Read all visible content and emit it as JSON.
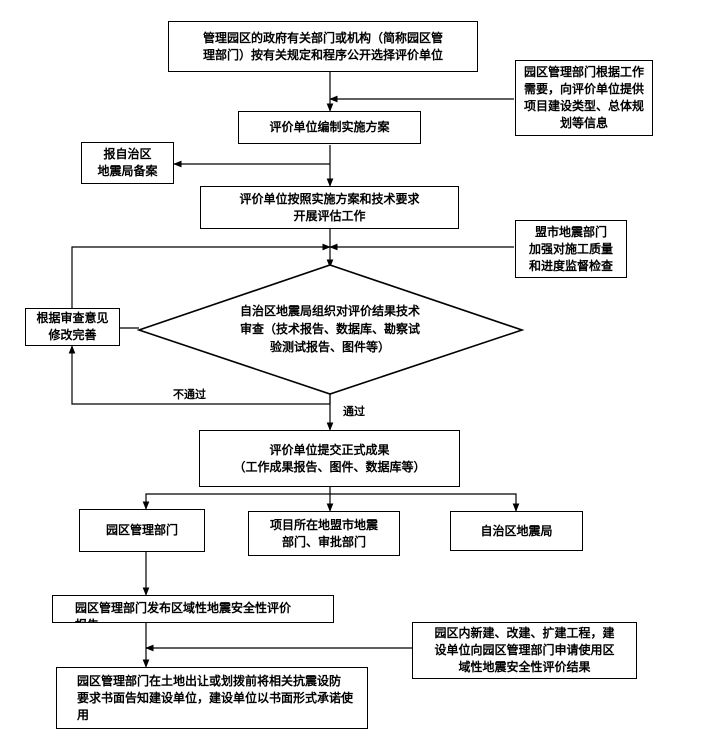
{
  "nodes": {
    "select_evaluator": "管理园区的政府有关部门或机构（简称园区管\n理部门）按有关规定和程序公开选择评价单位",
    "park_provides_info": "园区管理部门根据工作\n需要，向评价单位提供\n项目建设类型、总体规\n划等信息",
    "compile_plan": "评价单位编制实施方案",
    "report_filing": "报自治区\n地震局备案",
    "carry_out_eval": "评价单位按照实施方案和技术要求\n开展评估工作",
    "league_supervision": "盟市地震部门\n加强对施工质量\n和进度监督检查",
    "technical_review": "自治区地震局组织对评价结果技术\n审查（技术报告、数据库、勘察试\n验测试报告、图件等）",
    "revise": "根据审查意见\n修改完善",
    "submit_results": "评价单位提交正式成果\n（工作成果报告、图件、数据库等）",
    "park_dept": "园区管理部门",
    "league_dept": "项目所在地盟市地震\n部门、审批部门",
    "region_bureau": "自治区地震局",
    "publish_report": "园区管理部门发布区域性地震安全性评价\n报告",
    "apply_use": "园区内新建、改建、扩建工程，建\n设单位向园区管理部门申请使用区\n域性地震安全性评价结果",
    "notify_builders": "园区管理部门在土地出让或划拨前将相关抗震设防\n要求书面告知建设单位，建设单位以书面形式承诺使\n用"
  },
  "edges": {
    "fail": "不通过",
    "pass": "通过"
  }
}
